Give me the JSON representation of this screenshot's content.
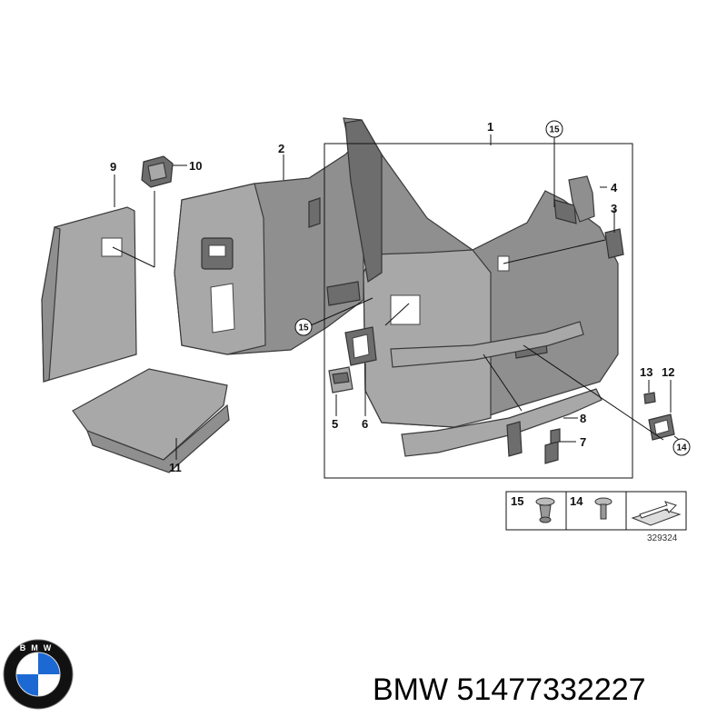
{
  "diagram": {
    "callouts": {
      "p1": "1",
      "p2": "2",
      "p3": "3",
      "p4": "4",
      "p5": "5",
      "p6": "6",
      "p7": "7",
      "p8": "8",
      "p9": "9",
      "p10": "10",
      "p11": "11",
      "p12": "12",
      "p13": "13",
      "p14": "14",
      "p15": "15"
    },
    "legend": {
      "item15": "15",
      "item14": "14",
      "caption": "329324"
    }
  },
  "footer": {
    "brand": "BMW",
    "part_number": "51477332227"
  },
  "logo": {
    "letters": "BMW",
    "colors": {
      "blue": "#1c69d4",
      "ring": "#111111",
      "white": "#ffffff"
    }
  }
}
